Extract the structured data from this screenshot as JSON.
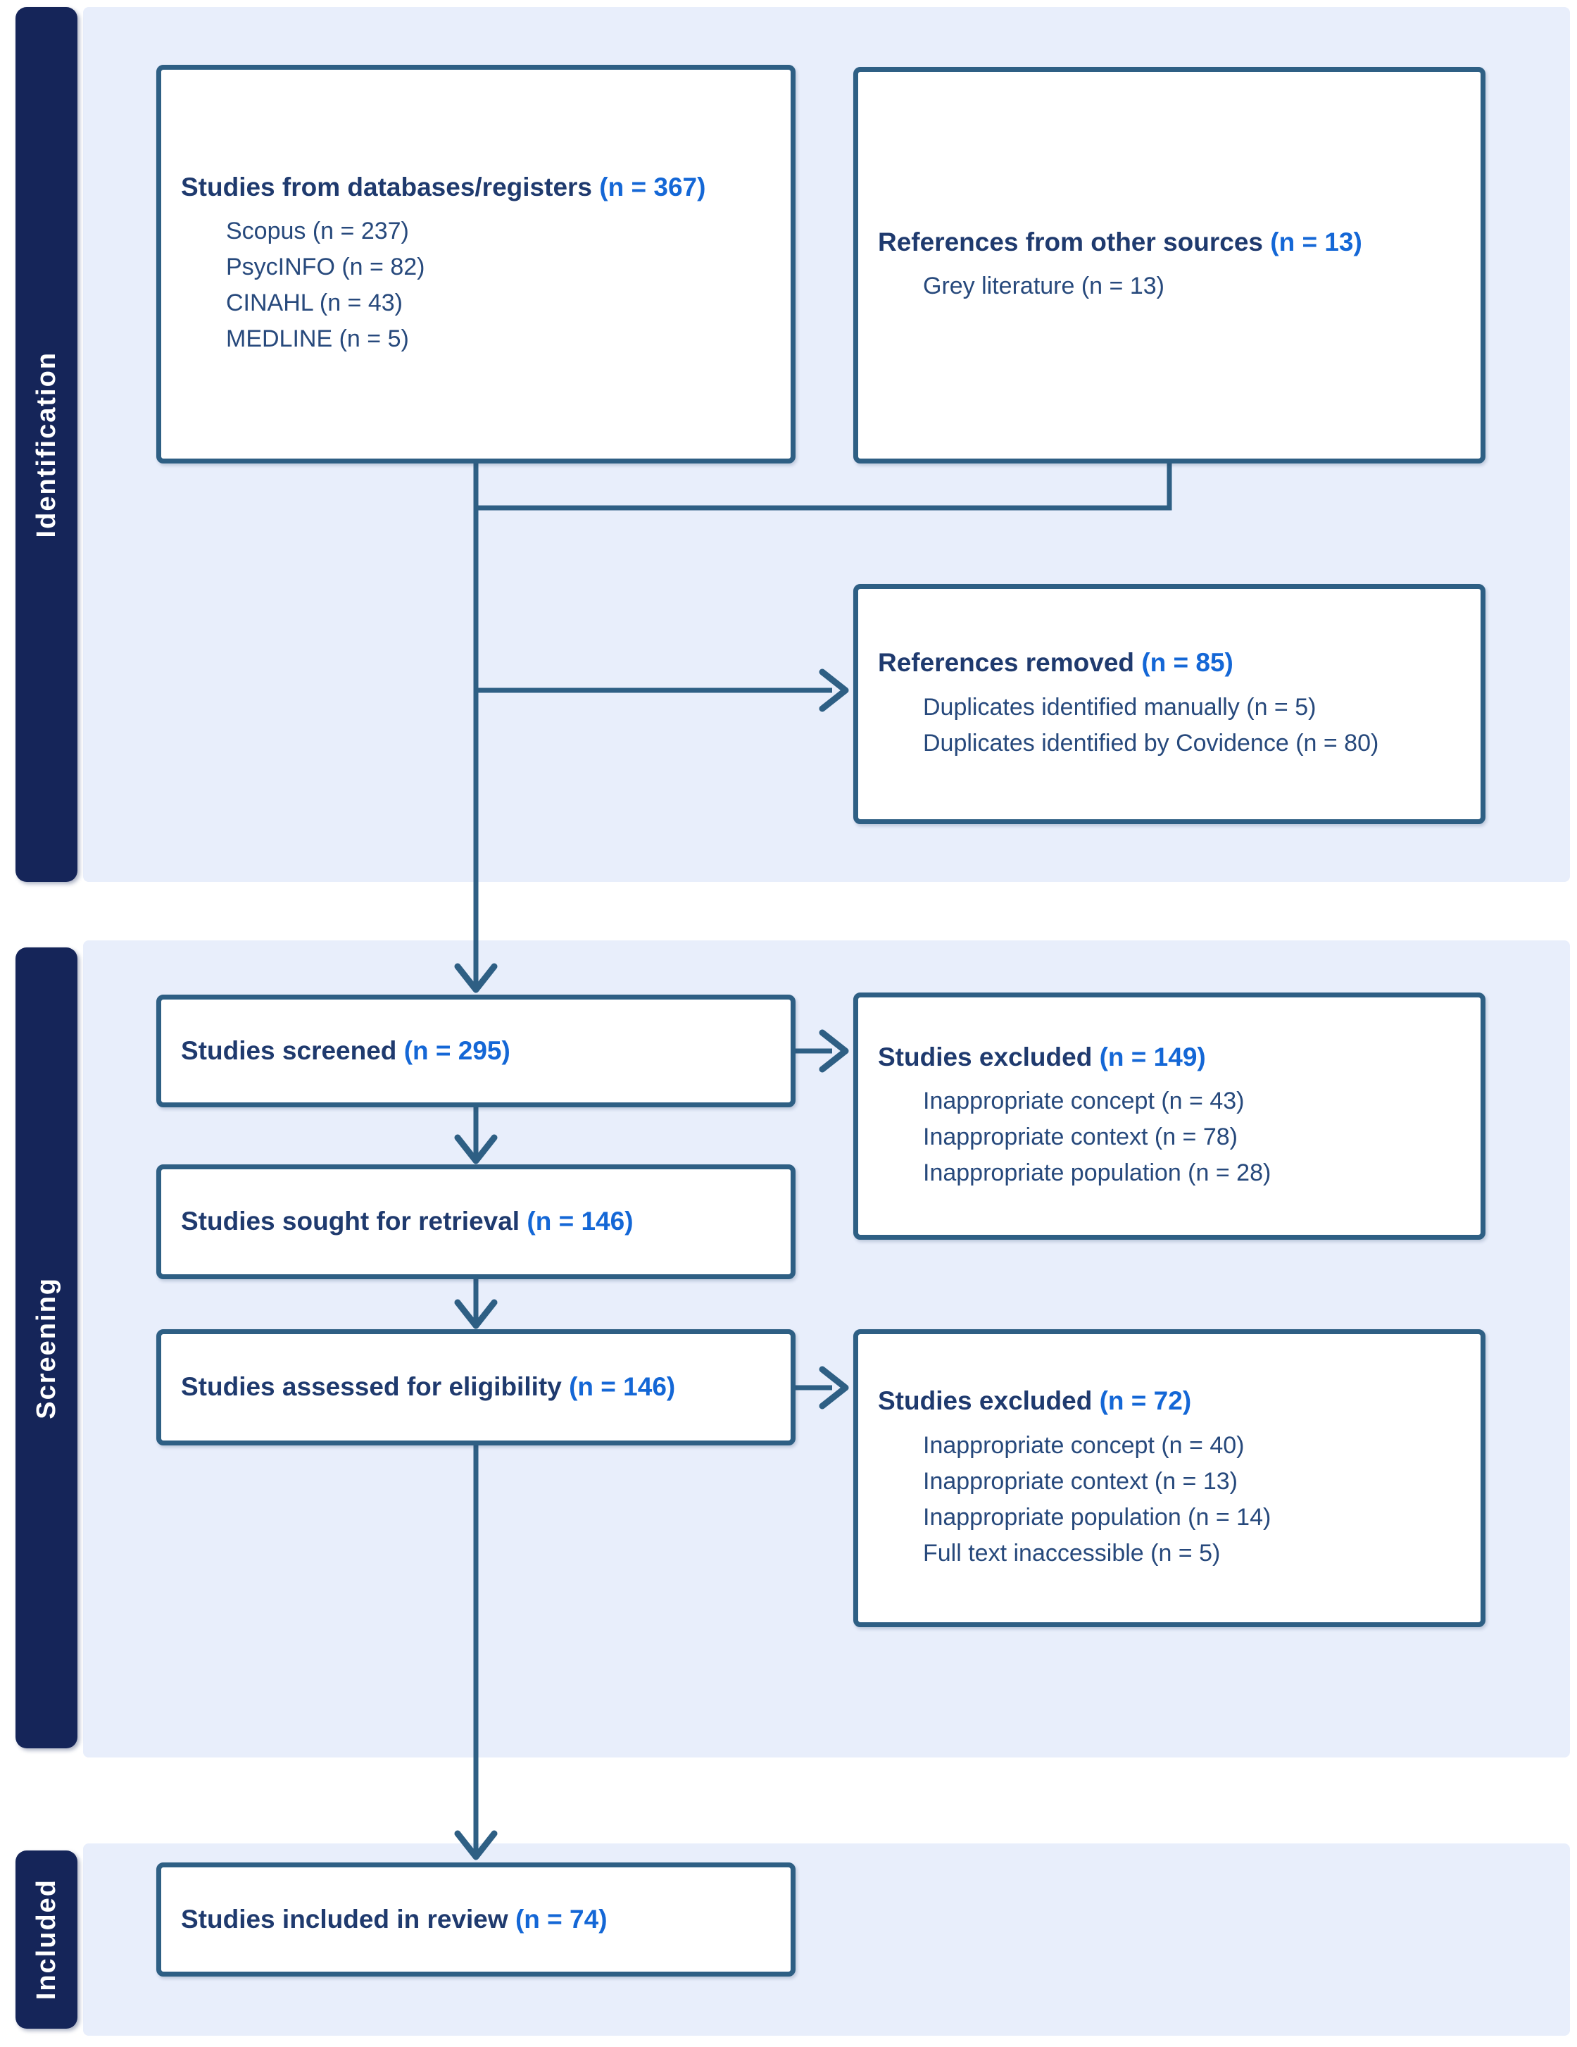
{
  "palette": {
    "page_bg": "#ffffff",
    "panel_bg": "#e8eefb",
    "sidebar_bg": "#152559",
    "sidebar_text": "#ffffff",
    "box_bg": "#ffffff",
    "box_border": "#2e5f84",
    "connector": "#2e5f84",
    "title_text": "#1f3a6e",
    "item_text": "#27497c",
    "count_text": "#1467d6"
  },
  "sections": [
    {
      "id": "identification",
      "label": "Identification"
    },
    {
      "id": "screening",
      "label": "Screening"
    },
    {
      "id": "included",
      "label": "Included"
    }
  ],
  "boxes": {
    "databases": {
      "title": "Studies from databases/registers",
      "count": "(n = 367)",
      "items": [
        "Scopus (n = 237)",
        "PsycINFO (n = 82)",
        "CINAHL (n = 43)",
        "MEDLINE (n = 5)"
      ]
    },
    "other_sources": {
      "title": "References from other sources",
      "count": "(n = 13)",
      "items": [
        "Grey literature (n = 13)"
      ]
    },
    "references_removed": {
      "title": "References removed",
      "count": "(n = 85)",
      "items": [
        "Duplicates identified manually (n = 5)",
        "Duplicates identified by Covidence (n = 80)"
      ]
    },
    "screened": {
      "title": "Studies screened",
      "count": "(n = 295)"
    },
    "excluded_screening": {
      "title": "Studies excluded",
      "count": "(n = 149)",
      "items": [
        "Inappropriate concept (n = 43)",
        "Inappropriate context (n = 78)",
        "Inappropriate population (n = 28)"
      ]
    },
    "sought": {
      "title": "Studies sought for retrieval",
      "count": "(n = 146)"
    },
    "assessed": {
      "title": "Studies assessed for eligibility",
      "count": "(n = 146)"
    },
    "excluded_eligibility": {
      "title": "Studies excluded",
      "count": "(n = 72)",
      "items": [
        "Inappropriate concept (n = 40)",
        "Inappropriate context (n = 13)",
        "Inappropriate population (n = 14)",
        "Full text inaccessible (n = 5)"
      ]
    },
    "included": {
      "title": "Studies included in review",
      "count": "(n = 74)"
    }
  },
  "edges": [
    {
      "from": "databases",
      "to": "screened"
    },
    {
      "from": "other_sources",
      "to": "screened"
    },
    {
      "from": "databases",
      "to": "references_removed"
    },
    {
      "from": "screened",
      "to": "excluded_screening"
    },
    {
      "from": "screened",
      "to": "sought"
    },
    {
      "from": "sought",
      "to": "assessed"
    },
    {
      "from": "assessed",
      "to": "excluded_eligibility"
    },
    {
      "from": "assessed",
      "to": "included"
    }
  ]
}
